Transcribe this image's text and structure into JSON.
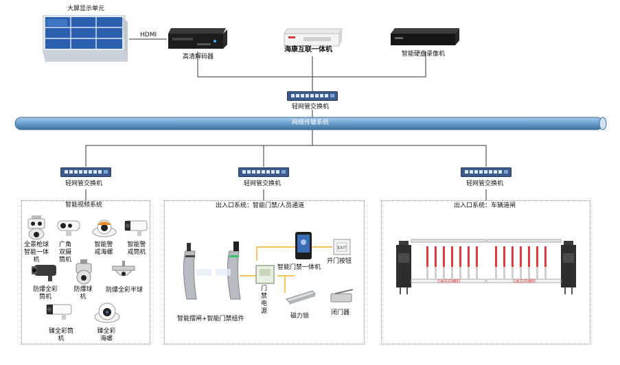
{
  "top": {
    "video_wall_label": "大屏显示单元",
    "hdmi_label": "HDMI",
    "decoder_label": "高清解码器",
    "hik_all_in_one_label": "海康互联一体机",
    "nvr_label": "智能硬盘录像机"
  },
  "switches": {
    "core_label": "轻网管交换机",
    "left_label": "轻网管交换机",
    "mid_label": "轻网管交换机",
    "right_label": "轻网管交换机"
  },
  "network_bus_label": "网络传输系统",
  "panels": {
    "video": {
      "title": "智能视频系统",
      "cameras": [
        {
          "label": "全景枪球智能一体机",
          "icon": "panoramic-gun-dome-camera-icon"
        },
        {
          "label": "广角双摄筒机",
          "icon": "dual-lens-bullet-camera-icon"
        },
        {
          "label": "智能警戒海螺",
          "icon": "turret-camera-icon"
        },
        {
          "label": "智能警戒筒机",
          "icon": "bullet-camera-icon"
        },
        {
          "label": "防爆全彩筒机",
          "icon": "explosion-proof-bullet-icon"
        },
        {
          "label": "防爆球机",
          "icon": "explosion-proof-dome-icon"
        },
        {
          "label": "防爆全彩半球",
          "icon": "explosion-proof-hemisphere-icon"
        },
        {
          "label": "臻全彩筒机",
          "icon": "full-color-bullet-icon"
        },
        {
          "label": "臻全彩海螺",
          "icon": "full-color-turret-icon"
        }
      ]
    },
    "access": {
      "title": "出入口系统：智能门禁/人员通道",
      "turnstile_label": "智能摆闸+智能门禁组件",
      "door_power_label": "门禁电源",
      "access_terminal_label": "智能门禁一体机",
      "exit_button_label": "开门按钮",
      "mag_lock_label": "磁力锁",
      "door_closer_label": "闭门器"
    },
    "vehicle": {
      "title": "出入口系统：车辆道闸",
      "barrier_left_text": "5米右向栅栏",
      "barrier_right_text": "5米左向栅栏"
    }
  },
  "colors": {
    "bus_fill": "#6fa3d2",
    "bus_edge": "#3f6f99",
    "switch_fill": "#3c5a8a",
    "panel_border": "#8a8a8a",
    "power_wire": "#f2b21e",
    "barrier_red": "#e23a3a"
  }
}
